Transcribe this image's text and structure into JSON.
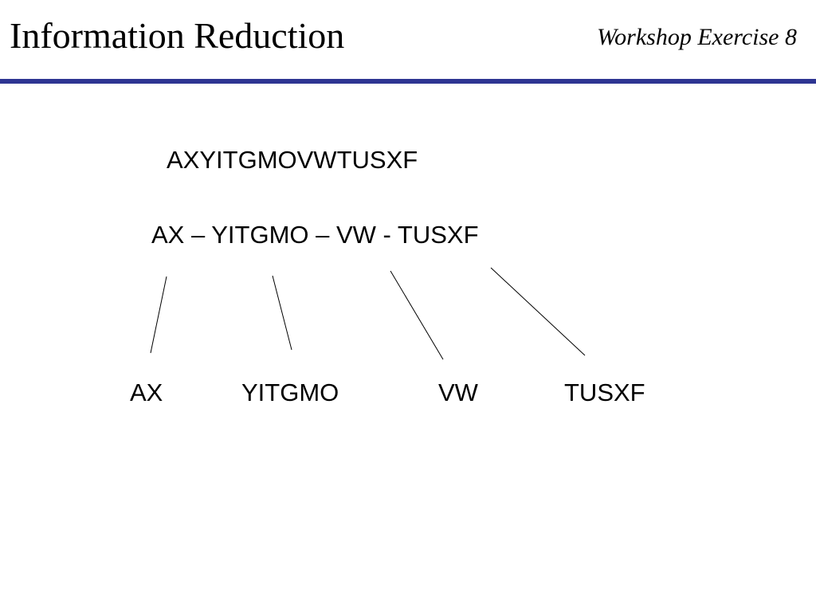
{
  "header": {
    "title": "Information Reduction",
    "subtitle": "Workshop Exercise 8",
    "rule_color": "#2e3592"
  },
  "diagram": {
    "full_string": "AXYITGMOVWTUSXF",
    "grouped_string": "AX – YITGMO – VW - TUSXF",
    "chunks": [
      "AX",
      "YITGMO",
      "VW",
      "TUSXF"
    ]
  }
}
